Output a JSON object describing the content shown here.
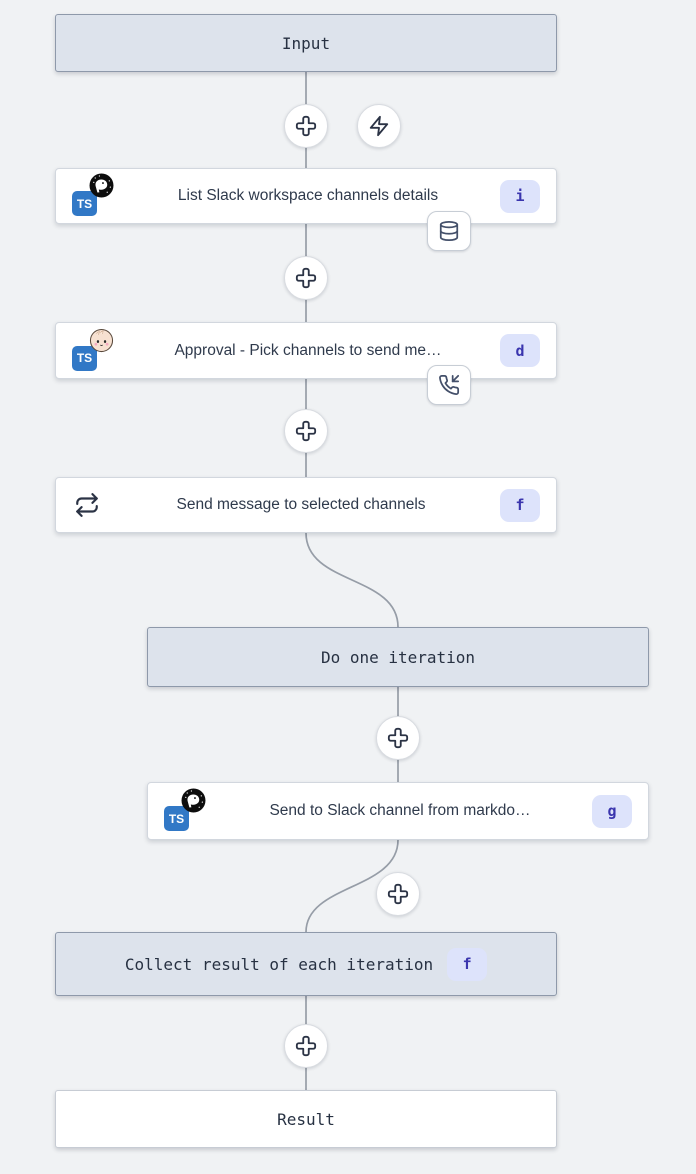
{
  "flow": {
    "input": {
      "label": "Input"
    },
    "steps": {
      "list_channels": {
        "label": "List Slack workspace channels details",
        "badge": "i",
        "language": "TS",
        "runtime": "deno",
        "attachment_icon": "database-icon"
      },
      "approval": {
        "label": "Approval - Pick channels to send me…",
        "badge": "d",
        "language": "TS",
        "runtime": "bun",
        "attachment_icon": "phone-incoming-icon"
      },
      "forloop": {
        "label": "Send message to selected channels",
        "badge": "f",
        "icon": "repeat-icon"
      },
      "send_markdown": {
        "label": "Send to Slack channel from markdo…",
        "badge": "g",
        "language": "TS",
        "runtime": "deno"
      }
    },
    "do_iteration": {
      "label": "Do one iteration"
    },
    "collect": {
      "label": "Collect result of each iteration",
      "badge": "f"
    },
    "result": {
      "label": "Result"
    },
    "buttons": {
      "insert_icon": "plus-cross-icon",
      "trigger_icon": "zap-icon"
    },
    "colors": {
      "background": "#f0f2f4",
      "virtual_box_bg": "#dde3ec",
      "virtual_box_border": "#8e99aa",
      "node_bg": "#ffffff",
      "badge_bg": "#dde3fb",
      "badge_text": "#3a35ae",
      "edge": "#969da7",
      "typescript_blue": "#3178c6"
    }
  }
}
